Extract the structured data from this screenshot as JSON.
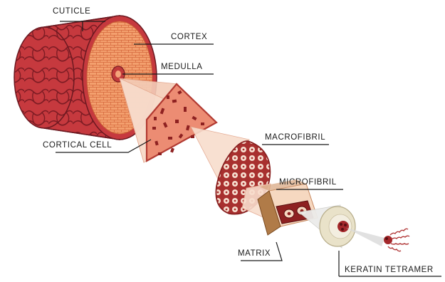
{
  "labels": {
    "cuticle": "CUTICLE",
    "cortex": "CORTEX",
    "medulla": "MEDULLA",
    "cortical_cell": "CORTICAL CELL",
    "macrofibril": "MACROFIBRIL",
    "microfibril": "MICROFIBRIL",
    "matrix": "MATRIX",
    "keratin_tetramer": "KERATIN TETRAMER"
  },
  "colors": {
    "hair_red": "#c23a3f",
    "hair_dark": "#7e1c24",
    "cortex_orange": "#f19a68",
    "cone_fill": "#f6d4c2",
    "cell_fill": "#ec8c73",
    "cell_dots": "#8e2121",
    "label_line": "#1a1a1a"
  }
}
